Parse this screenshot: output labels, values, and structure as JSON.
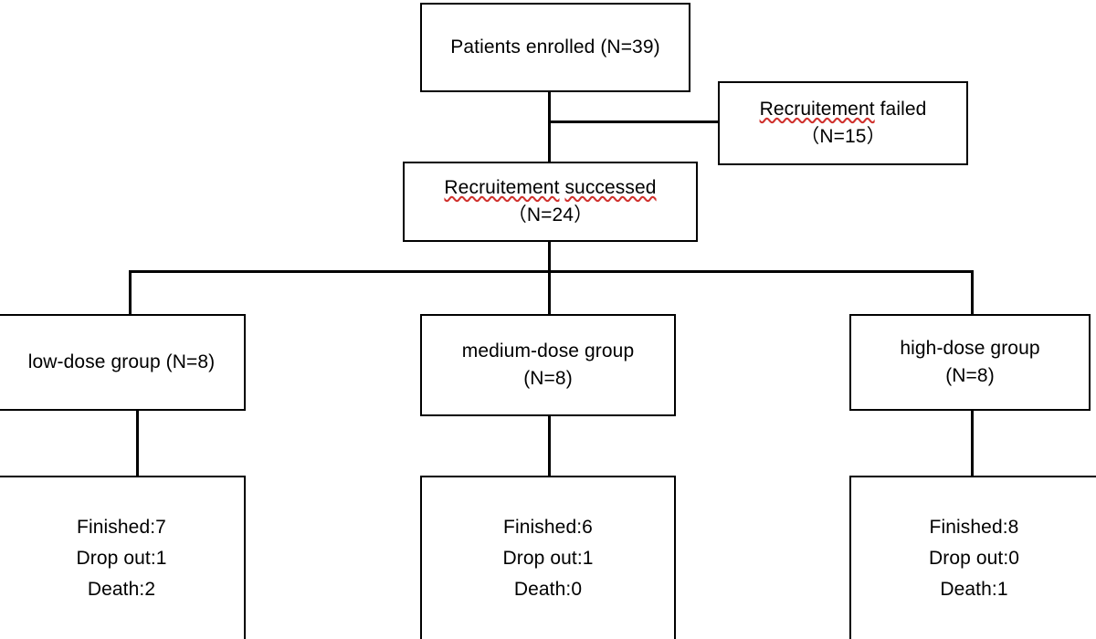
{
  "diagram": {
    "title": "Patient enrollment and dose-group allocation flow chart",
    "type": "flowchart",
    "background_color": "#ffffff",
    "line_color": "#000000",
    "text_color": "#000000",
    "spellcheck_underline_color": "#d0312d"
  },
  "nodes": {
    "enrolled": {
      "line1": "Patients enrolled (N=39)"
    },
    "recruitment_failed": {
      "line1_misspelled": "Recruitement",
      "line1_rest": " failed",
      "line2": "（N=15）"
    },
    "recruitment_successed": {
      "line1_misspelled_a": "Recruitement",
      "line1_space": " ",
      "line1_misspelled_b": "successed",
      "line2": "（N=24）"
    },
    "low_dose": {
      "line1": "low-dose group (N=8)"
    },
    "medium_dose": {
      "line1": "medium-dose group",
      "line2": "(N=8)"
    },
    "high_dose": {
      "line1": "high-dose group",
      "line2": "(N=8)"
    },
    "low_dose_outcome": {
      "finished": "Finished:7",
      "dropout": "Drop out:1",
      "death": "Death:2"
    },
    "medium_dose_outcome": {
      "finished": "Finished:6",
      "dropout": "Drop out:1",
      "death": "Death:0"
    },
    "high_dose_outcome": {
      "finished": "Finished:8",
      "dropout": "Drop out:0",
      "death": "Death:1"
    }
  },
  "chart_data": {
    "type": "flowchart",
    "title": "Patient enrollment and dose-group allocation",
    "stages": [
      {
        "label": "Patients enrolled",
        "n": 39
      },
      {
        "label": "Recruitement failed",
        "n": 15
      },
      {
        "label": "Recruitement successed",
        "n": 24
      }
    ],
    "groups": [
      {
        "name": "low-dose group",
        "n": 8,
        "outcomes": {
          "Finished": 7,
          "Drop out": 1,
          "Death": 2
        }
      },
      {
        "name": "medium-dose group",
        "n": 8,
        "outcomes": {
          "Finished": 6,
          "Drop out": 1,
          "Death": 0
        }
      },
      {
        "name": "high-dose group",
        "n": 8,
        "outcomes": {
          "Finished": 8,
          "Drop out": 0,
          "Death": 1
        }
      }
    ]
  }
}
